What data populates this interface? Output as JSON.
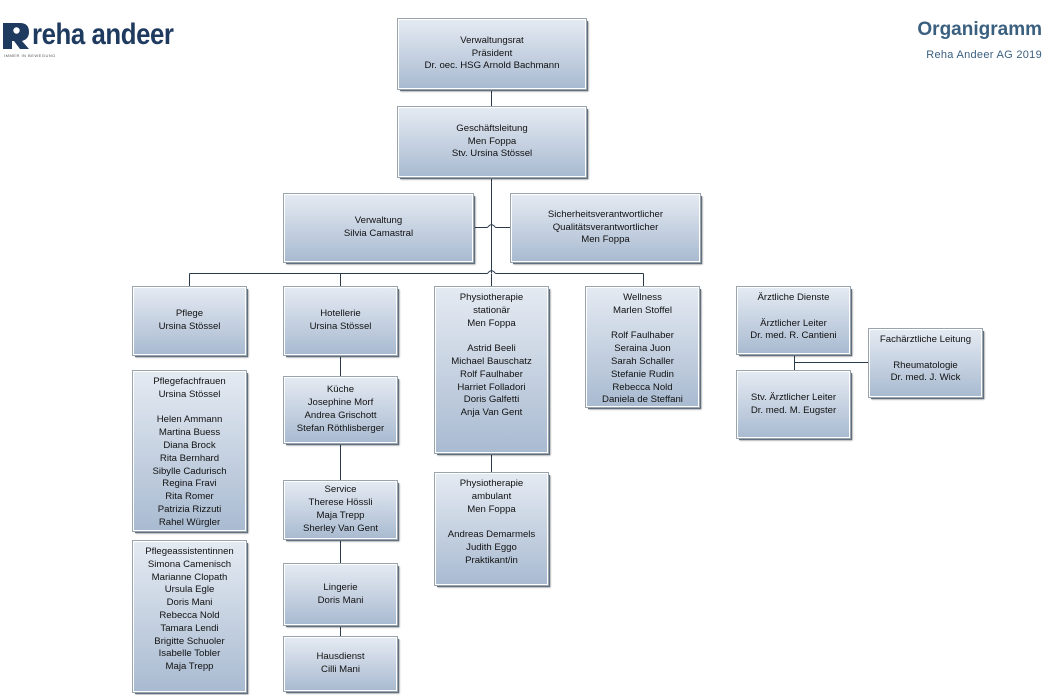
{
  "header": {
    "logo_text": "reha andeer",
    "logo_tagline": "IMMER IN BEWEGUNG",
    "title": "Organigramm",
    "subtitle": "Reha Andeer AG 2019"
  },
  "colors": {
    "title": "#3a5f7f",
    "logo": "#1f3a5f",
    "box_fill": "#b8c7da",
    "connector": "#2a3b4c"
  },
  "icons": {
    "logo": "reha-andeer-logo-mark-icon"
  },
  "nodes": {
    "verwaltungsrat": {
      "lines": [
        "Verwaltungsrat",
        "Präsident",
        "Dr. oec. HSG Arnold Bachmann"
      ]
    },
    "geschaeftsleitung": {
      "lines": [
        "Geschäftsleitung",
        "Men Foppa",
        "Stv. Ursina Stössel"
      ]
    },
    "verwaltung": {
      "lines": [
        "Verwaltung",
        "Silvia Camastral"
      ]
    },
    "sicherheit": {
      "lines": [
        "Sicherheitsverantwortlicher",
        "Qualitätsverantwortlicher",
        "Men Foppa"
      ]
    },
    "pflege": {
      "lines": [
        "Pflege",
        "Ursina Stössel"
      ]
    },
    "pflegefachfrauen": {
      "lines": [
        "Pflegefachfrauen",
        "Ursina Stössel",
        "",
        "Helen Ammann",
        "Martina Buess",
        "Diana Brock",
        "Rita Bernhard",
        "Sibylle Cadurisch",
        "Regina Fravi",
        "Rita Romer",
        "Patrizia Rizzuti",
        "Rahel Würgler"
      ]
    },
    "pflegeassistentinnen": {
      "lines": [
        "Pflegeassistentinnen",
        "Simona Camenisch",
        "Marianne Clopath",
        "Ursula Egle",
        "Doris Mani",
        "Rebecca Nold",
        "Tamara Lendi",
        "Brigitte Schuoler",
        "Isabelle Tobler",
        "Maja Trepp"
      ]
    },
    "hotellerie": {
      "lines": [
        "Hotellerie",
        "Ursina Stössel"
      ]
    },
    "kueche": {
      "lines": [
        "Küche",
        "Josephine Morf",
        "Andrea Grischott",
        "Stefan Röthlisberger"
      ]
    },
    "service": {
      "lines": [
        "Service",
        "Therese Hössli",
        "Maja Trepp",
        "Sherley Van Gent"
      ]
    },
    "lingerie": {
      "lines": [
        "Lingerie",
        "Doris Mani"
      ]
    },
    "hausdienst": {
      "lines": [
        "Hausdienst",
        "Cilli Mani"
      ]
    },
    "physio_stationaer": {
      "lines": [
        "Physiotherapie",
        "stationär",
        "Men Foppa",
        "",
        "Astrid Beeli",
        "Michael Bauschatz",
        "Rolf Faulhaber",
        "Harriet Folladori",
        "Doris Galfetti",
        "Anja Van Gent"
      ]
    },
    "physio_ambulant": {
      "lines": [
        "Physiotherapie",
        "ambulant",
        "Men Foppa",
        "",
        "Andreas Demarmels",
        "Judith Eggo",
        "Praktikant/in"
      ]
    },
    "wellness": {
      "lines": [
        "Wellness",
        "Marlen Stoffel",
        "",
        "Rolf Faulhaber",
        "Seraina Juon",
        "Sarah Schaller",
        "Stefanie Rudin",
        "Rebecca Nold",
        "Daniela de Steffani"
      ]
    },
    "aerztliche_dienste": {
      "lines": [
        "Ärztliche Dienste",
        "",
        "Ärztlicher Leiter",
        "Dr. med. R. Cantieni"
      ]
    },
    "fachaerztliche": {
      "lines": [
        "Fachärztliche Leitung",
        "",
        "Rheumatologie",
        "Dr. med. J. Wick"
      ]
    },
    "stv_aerztlicher": {
      "lines": [
        "Stv. Ärztlicher Leiter",
        "Dr. med. M. Eugster"
      ]
    }
  }
}
